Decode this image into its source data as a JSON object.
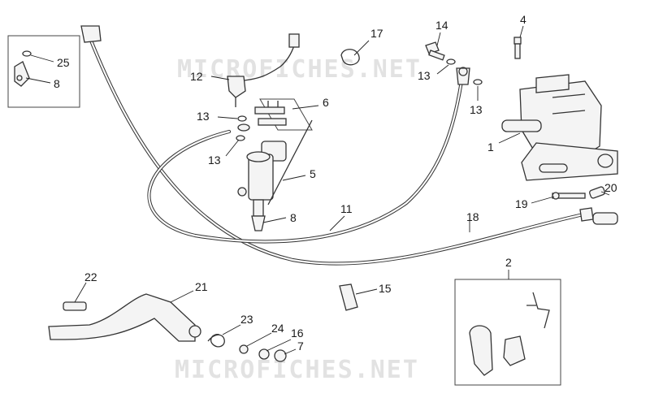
{
  "watermarks": [
    "MICROFICHES.NET",
    "MICROFICHES.NET"
  ],
  "callouts": {
    "c25": "25",
    "c8a": "8",
    "c12": "12",
    "c17": "17",
    "c14": "14",
    "c4": "4",
    "c13a": "13",
    "c13b": "13",
    "c13c": "13",
    "c13d": "13",
    "c6": "6",
    "c1": "1",
    "c5": "5",
    "c8b": "8",
    "c11": "11",
    "c19": "19",
    "c20": "20",
    "c18": "18",
    "c2": "2",
    "c22": "22",
    "c21": "21",
    "c15": "15",
    "c23": "23",
    "c24": "24",
    "c16": "16",
    "c7": "7"
  }
}
